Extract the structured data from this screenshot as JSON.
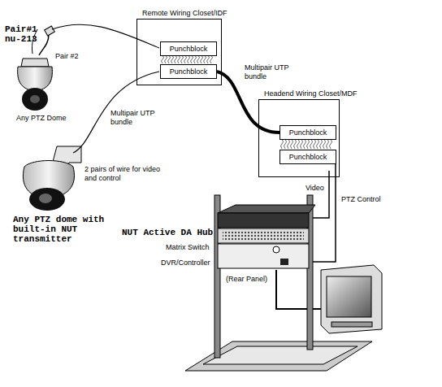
{
  "diagram": {
    "nodes": [
      {
        "text": [
          "Remote Wiring Closet/IDF"
        ]
      },
      {
        "text": [
          "Punchblock"
        ],
        "in": 0
      },
      {
        "text": [
          "Punchblock"
        ],
        "in": 0
      },
      {
        "text": [
          "Headend Wiring Closet/MDF"
        ]
      },
      {
        "text": [
          "Punchblock"
        ],
        "in": 3
      },
      {
        "text": [
          "Punchblock"
        ],
        "in": 3
      }
    ],
    "edges": [
      {
        "from": 2,
        "to": 4,
        "arrow": "none",
        "label": "Multipair UTP bundle"
      }
    ],
    "labels": [
      "Pair#1 nu-213",
      "Pair #2",
      "Any PTZ Dome",
      "Multipair UTP bundle",
      "2 pairs of wire for video and control",
      "Any PTZ dome with built-in NUT transmitter",
      "NUT Active DA Hub",
      "Matrix Switch",
      "DVR/Controller",
      "(Rear Panel)",
      "Video",
      "PTZ Control"
    ]
  }
}
